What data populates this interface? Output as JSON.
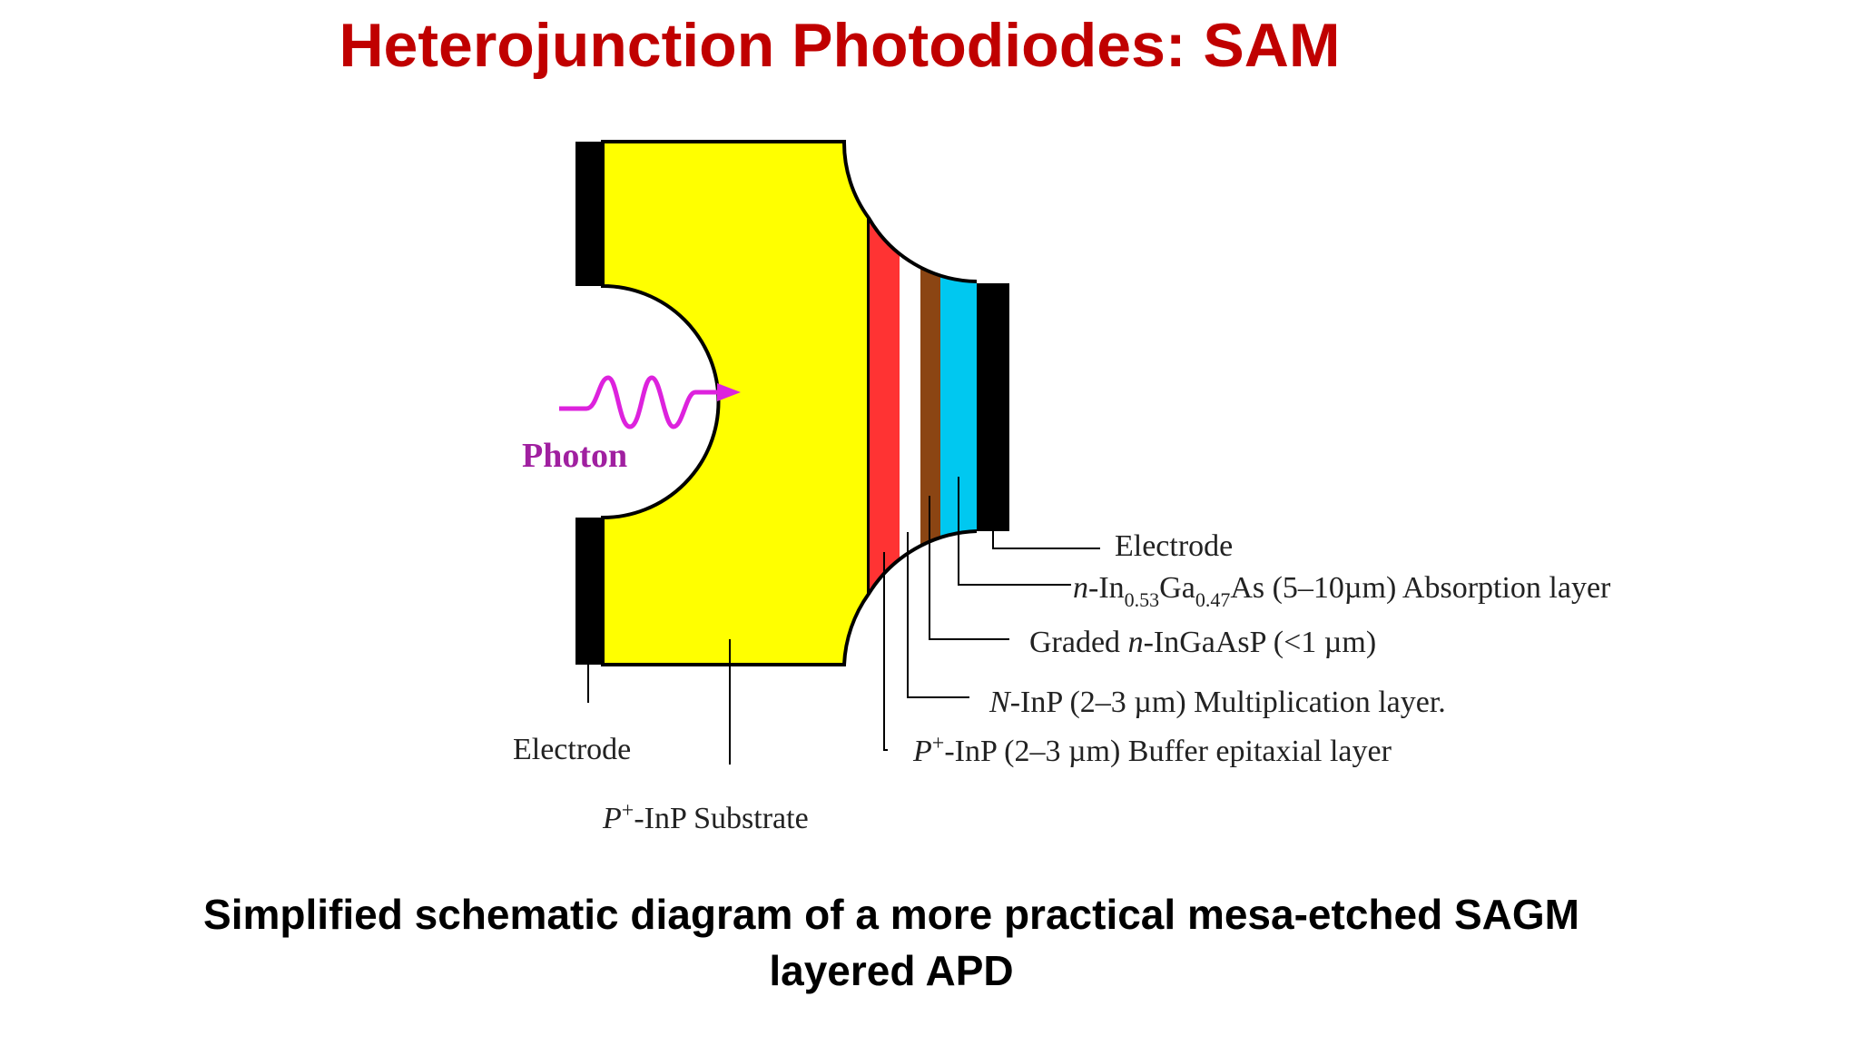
{
  "title": "Heterojunction Photodiodes: SAM",
  "caption": {
    "line1": "Simplified schematic diagram of a more practical mesa-etched SAGM",
    "line2": "layered APD"
  },
  "diagram": {
    "photon_label": "Photon",
    "left_electrode_label": "Electrode",
    "substrate_label": {
      "italic": "P",
      "sup": "+",
      "rest": "-InP Substrate"
    },
    "right_electrode_label": "Electrode",
    "absorption_label": {
      "italic": "n",
      "part1": "-In",
      "sub1": "0.53",
      "part2": "Ga",
      "sub2": "0.47",
      "part3": "As (5–10µm) Absorption layer"
    },
    "graded_label": {
      "pre": "Graded ",
      "italic": "n",
      "rest": "-InGaAsP (<1 µm)"
    },
    "multiplication_label": {
      "italic": "N",
      "rest": "-InP (2–3 µm) Multiplication layer."
    },
    "buffer_label": {
      "italic": "P",
      "sup": "+",
      "rest": "-InP (2–3 µm) Buffer epitaxial layer"
    },
    "colors": {
      "substrate": "#ffff00",
      "buffer": "#ff3333",
      "multiplication": "#ffffff",
      "graded": "#8b4513",
      "absorption": "#00c8f0",
      "electrode": "#000000",
      "photon": "#dd22dd",
      "title": "#c00000"
    }
  }
}
